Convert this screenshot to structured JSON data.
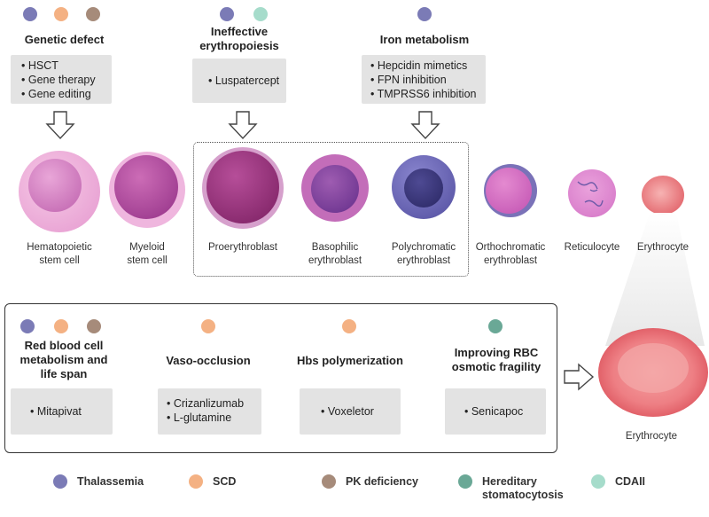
{
  "colors": {
    "thalassemia": "#7b7bb6",
    "scd": "#f4b183",
    "pk_deficiency": "#a68b7a",
    "hereditary_stomatocytosis": "#6aa896",
    "cdaii": "#a6dccb"
  },
  "top_groups": [
    {
      "heading": "Genetic defect",
      "items": [
        "• HSCT",
        "• Gene therapy",
        "• Gene editing"
      ]
    },
    {
      "heading_line1": "Ineffective",
      "heading_line2": "erythropoiesis",
      "items": [
        "• Luspatercept"
      ]
    },
    {
      "heading": "Iron metabolism",
      "items": [
        "• Hepcidin mimetics",
        "• FPN inhibition",
        "• TMPRSS6 inhibition"
      ]
    }
  ],
  "cells": [
    {
      "line1": "Hematopoietic",
      "line2": "stem cell"
    },
    {
      "line1": "Myeloid",
      "line2": "stem cell"
    },
    {
      "line1": "Proerythroblast",
      "line2": ""
    },
    {
      "line1": "Basophilic",
      "line2": "erythroblast"
    },
    {
      "line1": "Polychromatic",
      "line2": "erythroblast"
    },
    {
      "line1": "Orthochromatic",
      "line2": "erythroblast"
    },
    {
      "line1": "Reticulocyte",
      "line2": ""
    },
    {
      "line1": "Erythrocyte",
      "line2": ""
    }
  ],
  "bottom_groups": [
    {
      "heading_lines": [
        "Red blood cell",
        "metabolism and",
        "life span"
      ],
      "items": [
        "• Mitapivat"
      ]
    },
    {
      "heading_lines": [
        "Vaso-occlusion"
      ],
      "items": [
        "• Crizanlizumab",
        "• L-glutamine"
      ]
    },
    {
      "heading_lines": [
        "Hbs polymerization"
      ],
      "items": [
        "• Voxeletor"
      ]
    },
    {
      "heading_lines": [
        "Improving RBC",
        "osmotic fragility"
      ],
      "items": [
        "• Senicapoc"
      ]
    }
  ],
  "large_erythrocyte_label": "Erythrocyte",
  "legend": [
    {
      "label_line1": "Thalassemia",
      "label_line2": ""
    },
    {
      "label_line1": "SCD",
      "label_line2": ""
    },
    {
      "label_line1": "PK deficiency",
      "label_line2": ""
    },
    {
      "label_line1": "Hereditary",
      "label_line2": "stomatocytosis"
    },
    {
      "label_line1": "CDAII",
      "label_line2": ""
    }
  ]
}
